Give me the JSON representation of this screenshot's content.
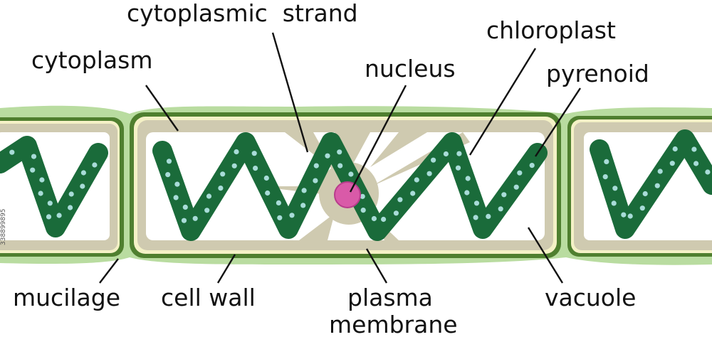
{
  "labels": {
    "cytoplasmic_strand": "cytoplasmic  strand",
    "cytoplasm": "cytoplasm",
    "nucleus": "nucleus",
    "chloroplast": "chloroplast",
    "pyrenoid": "pyrenoid",
    "mucilage": "mucilage",
    "cell_wall": "cell wall",
    "plasma_membrane_line1": "plasma",
    "plasma_membrane_line2": "membrane",
    "vacuole": "vacuole"
  },
  "side_id": "338899895",
  "colors": {
    "mucilage": "#b9dca0",
    "cell_wall": "#4f7f2f",
    "plasma_membrane": "#f4f1c6",
    "cytoplasm": "#cfcab0",
    "vacuole": "#ffffff",
    "chloroplast": "#1a6b3a",
    "pyrenoid": "#a8dcd8",
    "nucleus": "#d95aa8",
    "nucleus_rim": "#b83c8c",
    "leader_line": "#111111"
  }
}
